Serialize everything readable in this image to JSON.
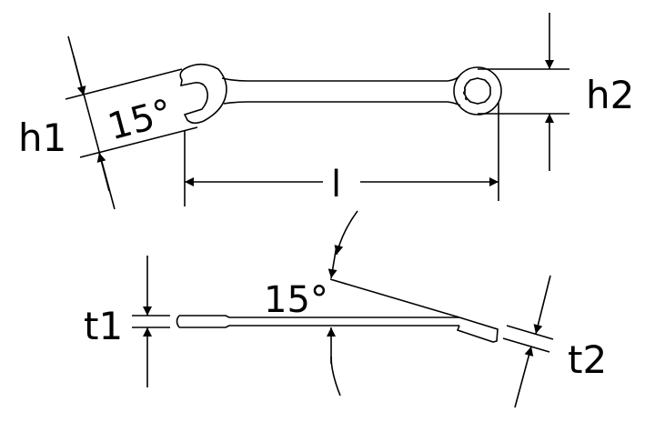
{
  "diagram": {
    "title": "Combination wrench dimension drawing",
    "colors": {
      "line": "#000000",
      "background": "#ffffff"
    },
    "top_view": {
      "labels": {
        "head_angle": "15°",
        "open_end_width": "h1",
        "ring_end_width": "h2",
        "length": "l"
      }
    },
    "side_view": {
      "labels": {
        "offset_angle": "15°",
        "open_end_thickness": "t1",
        "ring_end_thickness": "t2"
      }
    }
  }
}
